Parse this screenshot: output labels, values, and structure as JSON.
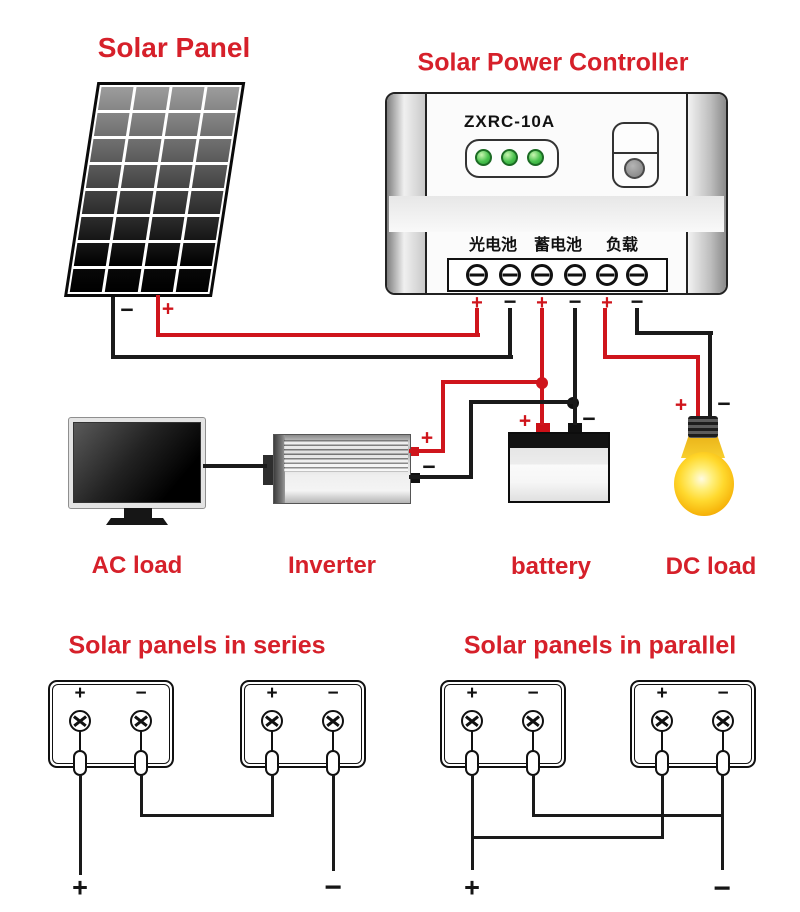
{
  "signs": {
    "plus": "+",
    "minus": "−"
  },
  "colors": {
    "label_red": "#d6202a",
    "wire_red": "#cf151c",
    "wire_black": "#1a1a1a",
    "led_green": "#49c24e",
    "bulb_yellow": "#ffd92e"
  },
  "titles": {
    "solar_panel": "Solar Panel",
    "controller": "Solar Power Controller",
    "series": "Solar panels in series",
    "parallel": "Solar panels in parallel"
  },
  "controller": {
    "model": "ZXRC-10A",
    "group_labels": [
      "光电池",
      "蓄电池",
      "负载"
    ],
    "terminal_signs": [
      "+",
      "−",
      "+",
      "−",
      "+",
      "−"
    ]
  },
  "device_labels": {
    "ac_load": "AC load",
    "inverter": "Inverter",
    "battery": "battery",
    "dc_load": "DC load"
  }
}
